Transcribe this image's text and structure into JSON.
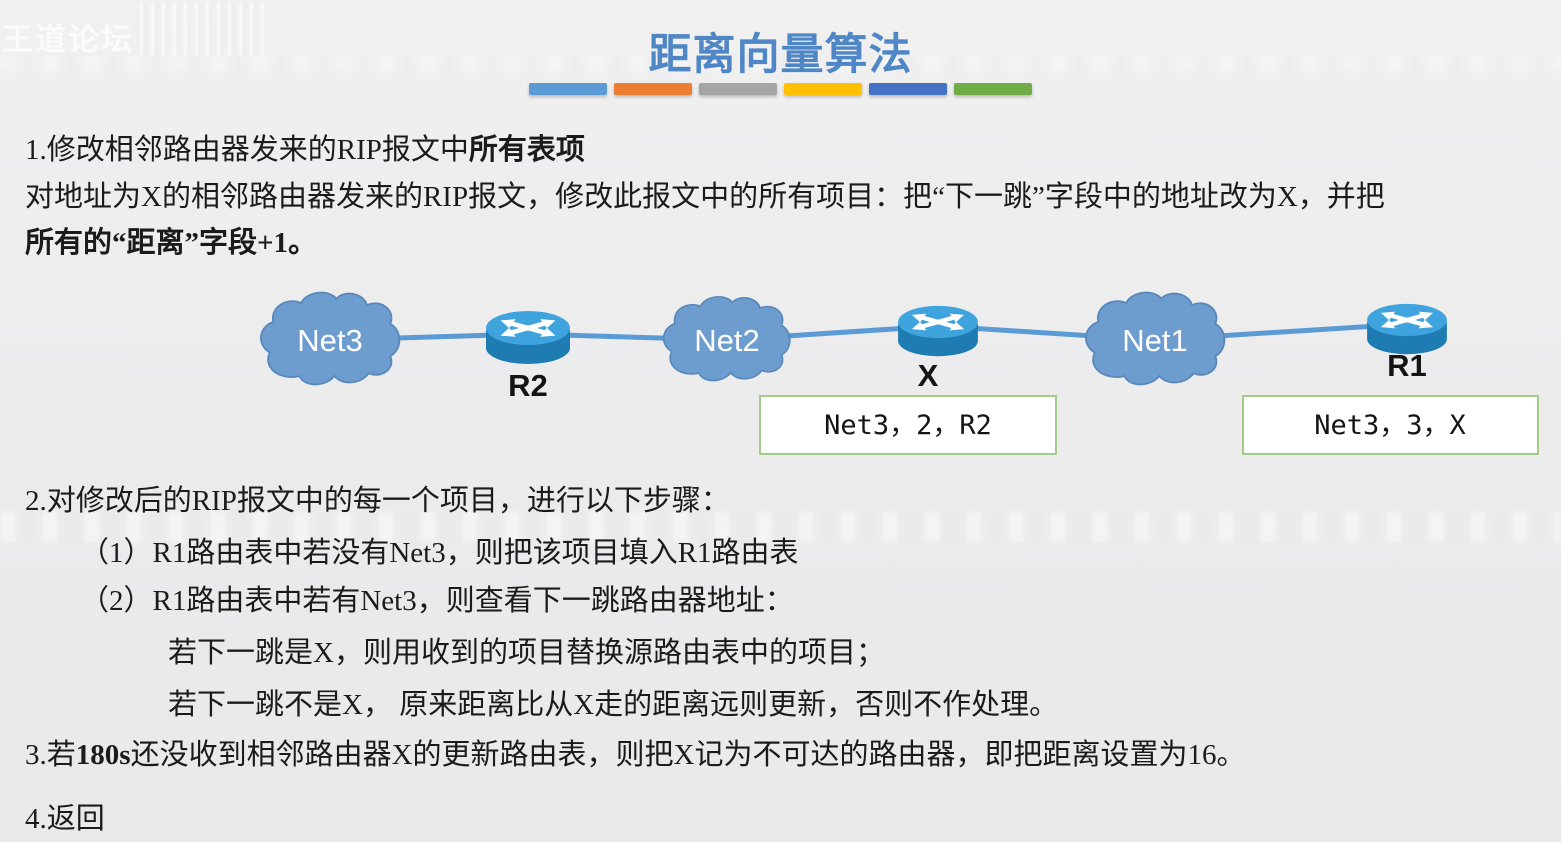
{
  "watermark": {
    "text": "王道论坛"
  },
  "header": {
    "title": "距离向量算法",
    "title_color": "#4e86c6",
    "bar_colors": [
      "#5B9BD5",
      "#ED7D31",
      "#A5A5A5",
      "#FFC000",
      "#4472C4",
      "#70AD47"
    ]
  },
  "intro": {
    "line1_normal": "1.修改相邻路由器发来的RIP报文中",
    "line1_bold": "所有表项",
    "line2": "对地址为X的相邻路由器发来的RIP报文，修改此报文中的所有项目：把“下一跳”字段中的地址改为X，并把",
    "line3_bold": "所有的“距离”字段+1。"
  },
  "diagram": {
    "clouds": [
      {
        "label": "Net3"
      },
      {
        "label": "Net2"
      },
      {
        "label": "Net1"
      }
    ],
    "routers": [
      {
        "label": "R2"
      },
      {
        "label": "X"
      },
      {
        "label": "R1"
      }
    ],
    "route_boxes": [
      {
        "text": "Net3，2，R2"
      },
      {
        "text": "Net3，3，X"
      }
    ],
    "colors": {
      "cloud_fill": "#6d9cce",
      "cloud_stroke": "#5888bb",
      "router_top": "#3fa3de",
      "router_body": "#1f7cb2",
      "link": "#5b9bd5",
      "box_border": "#a3cc8b",
      "box_fill": "#ffffff"
    }
  },
  "steps": {
    "line1": "2.对修改后的RIP报文中的每一个项目，进行以下步骤：",
    "line2": "（1）R1路由表中若没有Net3，则把该项目填入R1路由表",
    "line3": "（2）R1路由表中若有Net3，则查看下一跳路由器地址：",
    "line4": "若下一跳是X，则用收到的项目替换源路由表中的项目；",
    "line5": "若下一跳不是X， 原来距离比从X走的距离远则更新，否则不作处理。",
    "line6_pre": "3.若",
    "line6_bold": "180s",
    "line6_post": "还没收到相邻路由器X的更新路由表，则把X记为不可达的路由器，即把距离设置为16。",
    "line7": "4.返回"
  }
}
